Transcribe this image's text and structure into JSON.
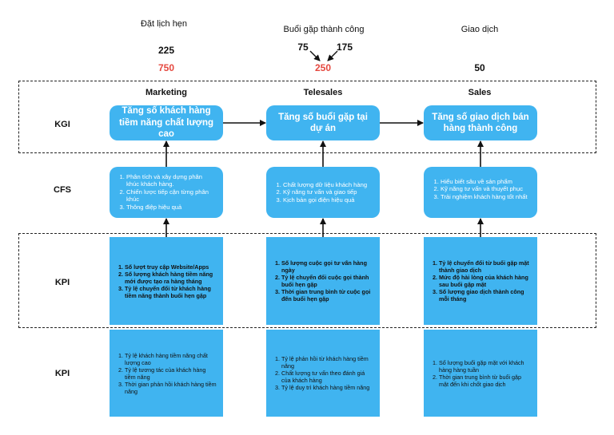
{
  "top": {
    "headers": [
      "Đặt lịch hẹn",
      "Buổi gặp thành công",
      "Giao dịch"
    ],
    "booking_value": "225",
    "booking_value_red": "750",
    "meeting_left": "75",
    "meeting_right": "175",
    "meeting_value_red": "250",
    "deal_value": "50"
  },
  "columns": [
    "Marketing",
    "Telesales",
    "Sales"
  ],
  "row_labels": {
    "kgi": "KGI",
    "cfs": "CFS",
    "kpi1": "KPI",
    "kpi2": "KPI"
  },
  "kgi": [
    "Tăng số khách hàng tiềm năng chất lượng cao",
    "Tăng số buổi gặp tại dự án",
    "Tăng số giao dịch bán hàng thành công"
  ],
  "cfs": [
    [
      "Phân tích và xây dựng phân khúc khách hàng.",
      "Chiến lược tiếp cận từng phân khúc",
      "Thông điệp hiệu quả"
    ],
    [
      "Chất lượng dữ liệu khách hàng",
      "Kỹ năng tư vấn và giao tiếp",
      "Kịch bản gọi điện hiệu quả"
    ],
    [
      "Hiểu biết sâu về sản phẩm",
      "Kỹ năng tư vấn và thuyết phục",
      "Trải nghiệm khách hàng tốt nhất"
    ]
  ],
  "kpi1": [
    [
      "Số lượt truy cập Website/Apps",
      "Số lượng khách hàng tiềm năng mới được tạo ra hàng tháng",
      "Tỷ lệ chuyển đổi từ khách hàng tiềm năng thành buổi hẹn gặp"
    ],
    [
      "Số lượng cuộc gọi tư vấn hàng ngày",
      "Tỷ lệ chuyển đổi cuộc gọi thành buổi hẹn gặp",
      "Thời gian trung bình từ cuộc gọi đến buổi hẹn gặp"
    ],
    [
      "Tỷ lệ chuyển đổi từ buổi gặp mặt thành giao dịch",
      "Mức độ hài lòng của khách hàng sau buổi gặp mặt",
      "Số lượng giao dịch thành công mỗi tháng"
    ]
  ],
  "kpi2": [
    [
      "Tỷ lệ khách hàng tiềm năng chất lượng cao",
      "Tỷ lệ tương tác của khách hàng tiềm năng",
      "Thời gian phản hồi khách hàng tiềm năng"
    ],
    [
      "Tỷ lệ phản hồi từ khách hàng tiềm năng",
      "Chất lượng tư vấn theo đánh giá của khách hàng",
      "Tỷ lệ duy trì khách hàng tiềm năng"
    ],
    [
      "Số lượng buổi gặp mặt với khách hàng hàng tuần",
      "Thời gian trung bình từ buổi gặp mặt đến khi chốt giao dịch"
    ]
  ],
  "colors": {
    "box": "#40b4f0",
    "highlight": "#e5483f"
  }
}
